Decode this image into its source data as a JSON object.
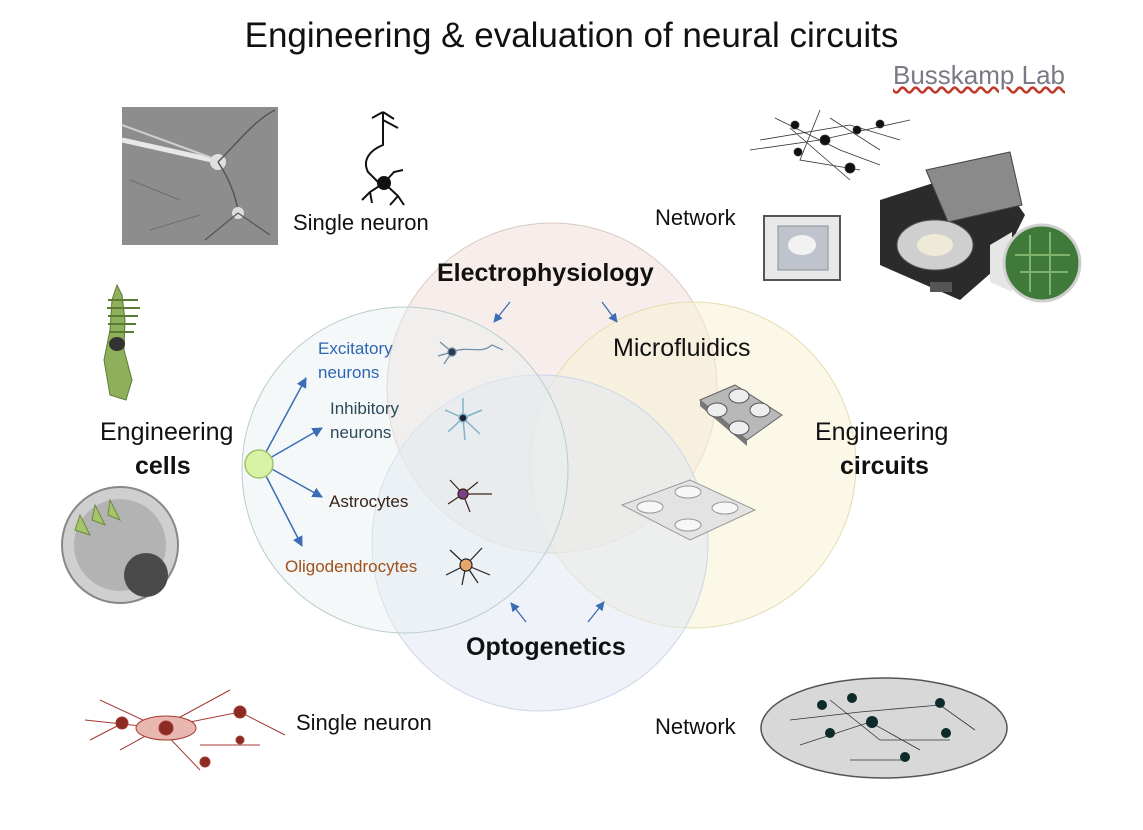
{
  "title": "Engineering & evaluation of neural circuits",
  "lab": "Busskamp Lab",
  "top_left_label": "Single neuron",
  "top_right_label": "Network",
  "bottom_left_label": "Single neuron",
  "bottom_right_label": "Network",
  "circles": {
    "electrophysiology": "Electrophysiology",
    "microfluidics": "Microfluidics",
    "optogenetics": "Optogenetics"
  },
  "engineering_cells": {
    "line1": "Engineering",
    "line2": "cells"
  },
  "engineering_circuits": {
    "line1": "Engineering",
    "line2": "circuits"
  },
  "cell_types": [
    {
      "label": "Excitatory neurons",
      "line1": "Excitatory",
      "line2": "neurons",
      "color": "#2f66b3"
    },
    {
      "label": "Inhibitory neurons",
      "line1": "Inhibitory",
      "line2": "neurons",
      "color": "#2d4a5c"
    },
    {
      "label": "Astrocytes",
      "color": "#3a2418"
    },
    {
      "label": "Oligodendrocytes",
      "color": "#a0501a"
    }
  ],
  "colors": {
    "electrophysiology_circle": "#f1e3dd",
    "microfluidics_circle": "#f8f2d6",
    "optogenetics_circle": "#e2e7f3",
    "cells_circle": "#e6f0ef",
    "arrow": "#3a6db5",
    "stem_cell": "#d8f3a6"
  }
}
